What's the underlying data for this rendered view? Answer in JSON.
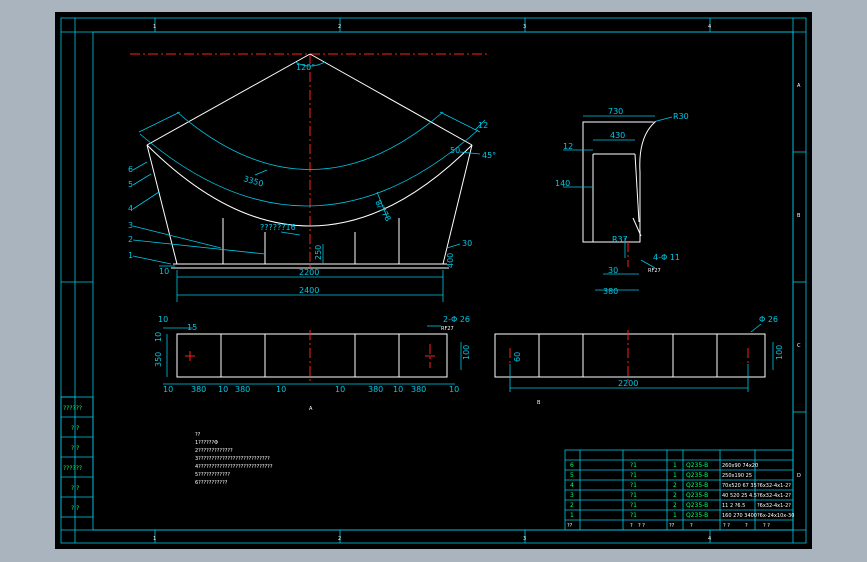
{
  "colors": {
    "background": "#a9b4bf",
    "canvas": "#000000",
    "outline": "#ffffff",
    "dimension": "#00c8e6",
    "centerline": "#ff2020",
    "table_text": "#00ff66"
  },
  "frame": {
    "zone_numbers_top": [
      "1",
      "2",
      "3",
      "4"
    ],
    "zone_numbers_bottom": [
      "1",
      "2",
      "3",
      "4"
    ],
    "zone_letters_right": [
      "A",
      "B",
      "C",
      "D"
    ]
  },
  "main_view": {
    "angle_top": "120°",
    "radius": "3350",
    "thickness_callout": "8/778",
    "middle_note": "??????16",
    "depth": "250",
    "top_right_dim": "12",
    "right_side_dim": "50",
    "right_angle": "45°",
    "right_bottom_dim": "30",
    "left_bottom_dim": "10",
    "height_right": "400",
    "inner_width": "2200",
    "overall_width": "2400",
    "part_callouts": [
      "6",
      "5",
      "4",
      "3",
      "2",
      "1"
    ]
  },
  "section_view": {
    "top_width": "730",
    "inner_width": "430",
    "radius": "R30",
    "left_dim": "12",
    "height_dim": "140",
    "corner_dim": "R37",
    "bottom_dim": "30",
    "base_width": "380",
    "hole_note": "4-Φ 11",
    "hole_sub": "RF27"
  },
  "bottom_left_view": {
    "top_dim_1": "10",
    "top_dim_2": "15",
    "side_dim_1": "10",
    "side_dim_2": "350",
    "hole_note": "2-Φ 26",
    "hole_sub": "RF27",
    "right_dim": "100",
    "bottom_dims": [
      "10",
      "380",
      "10",
      "380",
      "10",
      "10",
      "380",
      "10",
      "380",
      "10"
    ],
    "label": "A"
  },
  "bottom_right_view": {
    "hole_note": "Φ 26",
    "left_dim": "60",
    "right_dim": "100",
    "width": "2200",
    "label": "B"
  },
  "notes": [
    "??",
    "1??????Φ",
    "2?????????????",
    "3???????????????????????????",
    "4????????????????????????????",
    "5????????????",
    "6???????????"
  ],
  "left_strip": [
    "??????",
    "? ?",
    "? ?",
    "??????",
    "? ?",
    "? ?"
  ],
  "parts_table": {
    "rows": [
      {
        "no": "6",
        "name": "?1",
        "qty": "1",
        "material": "Q235-B",
        "spec": "260x90 74x20"
      },
      {
        "no": "5",
        "name": "?1",
        "qty": "1",
        "material": "Q235-B",
        "spec": "250x190 25"
      },
      {
        "no": "4",
        "name": "?1",
        "qty": "2",
        "material": "Q235-B",
        "spec": "70x520 67 35"
      },
      {
        "no": "3",
        "name": "?1",
        "qty": "2",
        "material": "Q235-B",
        "spec": "40 520 25 4.5"
      },
      {
        "no": "2",
        "name": "?1",
        "qty": "2",
        "material": "Q235-B",
        "spec": "11 2 ?6.5"
      },
      {
        "no": "1",
        "name": "?1",
        "qty": "1",
        "material": "Q235-B",
        "spec": "160 270 3400"
      }
    ],
    "extra_col": [
      "",
      "",
      "?6x32-4x1-2?",
      "?6x32-4x1-2?",
      "?6x32-4x1-2?",
      "?6x-24x10x-30"
    ],
    "header": [
      "??",
      "?",
      "? ?",
      "??",
      "?",
      "? ?",
      "?",
      "? ?"
    ]
  }
}
